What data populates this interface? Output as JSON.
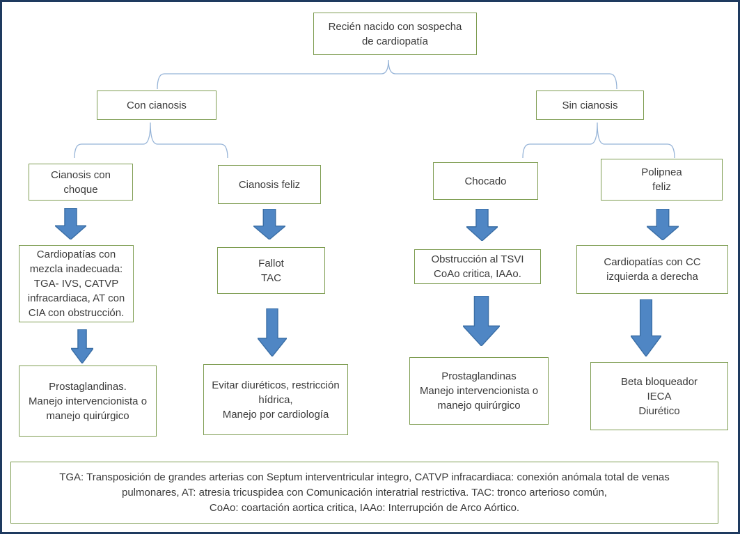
{
  "nodes": {
    "root": {
      "label": "Recién nacido con sospecha\nde cardiopatía"
    },
    "con_cianosis": {
      "label": "Con cianosis"
    },
    "sin_cianosis": {
      "label": "Sin cianosis"
    },
    "cianosis_choque": {
      "label": "Cianosis con\nchoque"
    },
    "cianosis_feliz": {
      "label": "Cianosis feliz"
    },
    "chocado": {
      "label": "Chocado"
    },
    "polipnea_feliz": {
      "label": "Polipnea\nfeliz"
    },
    "mezcla_inadecuada": {
      "label": "Cardiopatías con\nmezcla inadecuada:\nTGA- IVS, CATVP\ninfracardiaca, AT con\nCIA  con obstrucción."
    },
    "fallot_tac": {
      "label": "Fallot\nTAC"
    },
    "obstruccion_tsvi": {
      "label": "Obstrucción al TSVI\nCoAo critica, IAAo."
    },
    "cc_izquierda_derecha": {
      "label": "Cardiopatías con CC\nizquierda a derecha"
    },
    "prostaglandinas_1": {
      "label": "Prostaglandinas.\nManejo intervencionista o\nmanejo quirúrgico"
    },
    "evitar_diureticos": {
      "label": "Evitar diuréticos, restricción\nhídrica,\nManejo por cardiología"
    },
    "prostaglandinas_2": {
      "label": "Prostaglandinas\nManejo intervencionista o\nmanejo quirúrgico"
    },
    "beta_bloqueador": {
      "label": "Beta bloqueador\nIECA\nDiurético"
    }
  },
  "legend": {
    "text": "TGA: Transposición de grandes arterias con Septum interventricular integro, CATVP infracardiaca: conexión anómala total de venas\npulmonares, AT: atresia tricuspidea con Comunicación interatrial restrictiva. TAC: tronco arterioso común,\nCoAo: coartación aortica critica, IAAo: Interrupción de Arco Aórtico."
  },
  "connectors": {
    "braces": [
      "root-to-con-sin-cianosis",
      "con-cianosis-to-children",
      "sin-cianosis-to-children"
    ],
    "arrows": [
      "cianosis-choque-to-mezcla",
      "cianosis-feliz-to-fallot",
      "chocado-to-tsvi",
      "polipnea-to-cc",
      "mezcla-to-prostaglandinas",
      "fallot-to-evitar-diureticos",
      "tsvi-to-prostaglandinas",
      "cc-to-beta-bloqueador"
    ]
  },
  "colors": {
    "box_border": "#7d9c50",
    "frame_border": "#1e3a5f",
    "brace_stroke": "#95b3d7",
    "arrow_fill": "#4f86c4",
    "arrow_stroke": "#3a6ea5",
    "text": "#3a3a3a",
    "background": "#ffffff"
  }
}
